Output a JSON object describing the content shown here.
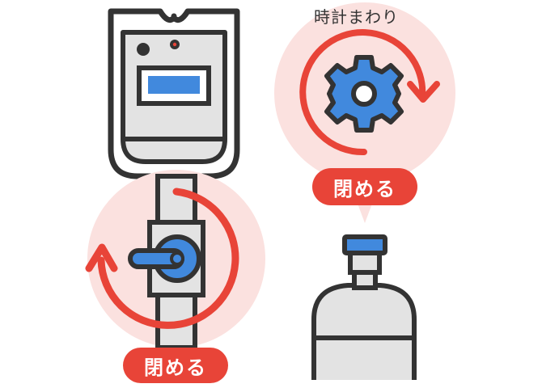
{
  "labels": {
    "clockwise": "時計まわり",
    "close_valve": "閉める",
    "close_gear": "閉める"
  },
  "colors": {
    "outline": "#333333",
    "accent_red": "#e84438",
    "accent_blue": "#4189dd",
    "halo_pink": "#fbe1df",
    "body_gray": "#e3e3e3",
    "background": "#ffffff"
  },
  "icons": [
    "gas-meter-icon",
    "valve-handle-icon",
    "gear-icon",
    "gas-cylinder-icon",
    "clockwise-arrow-icon"
  ]
}
